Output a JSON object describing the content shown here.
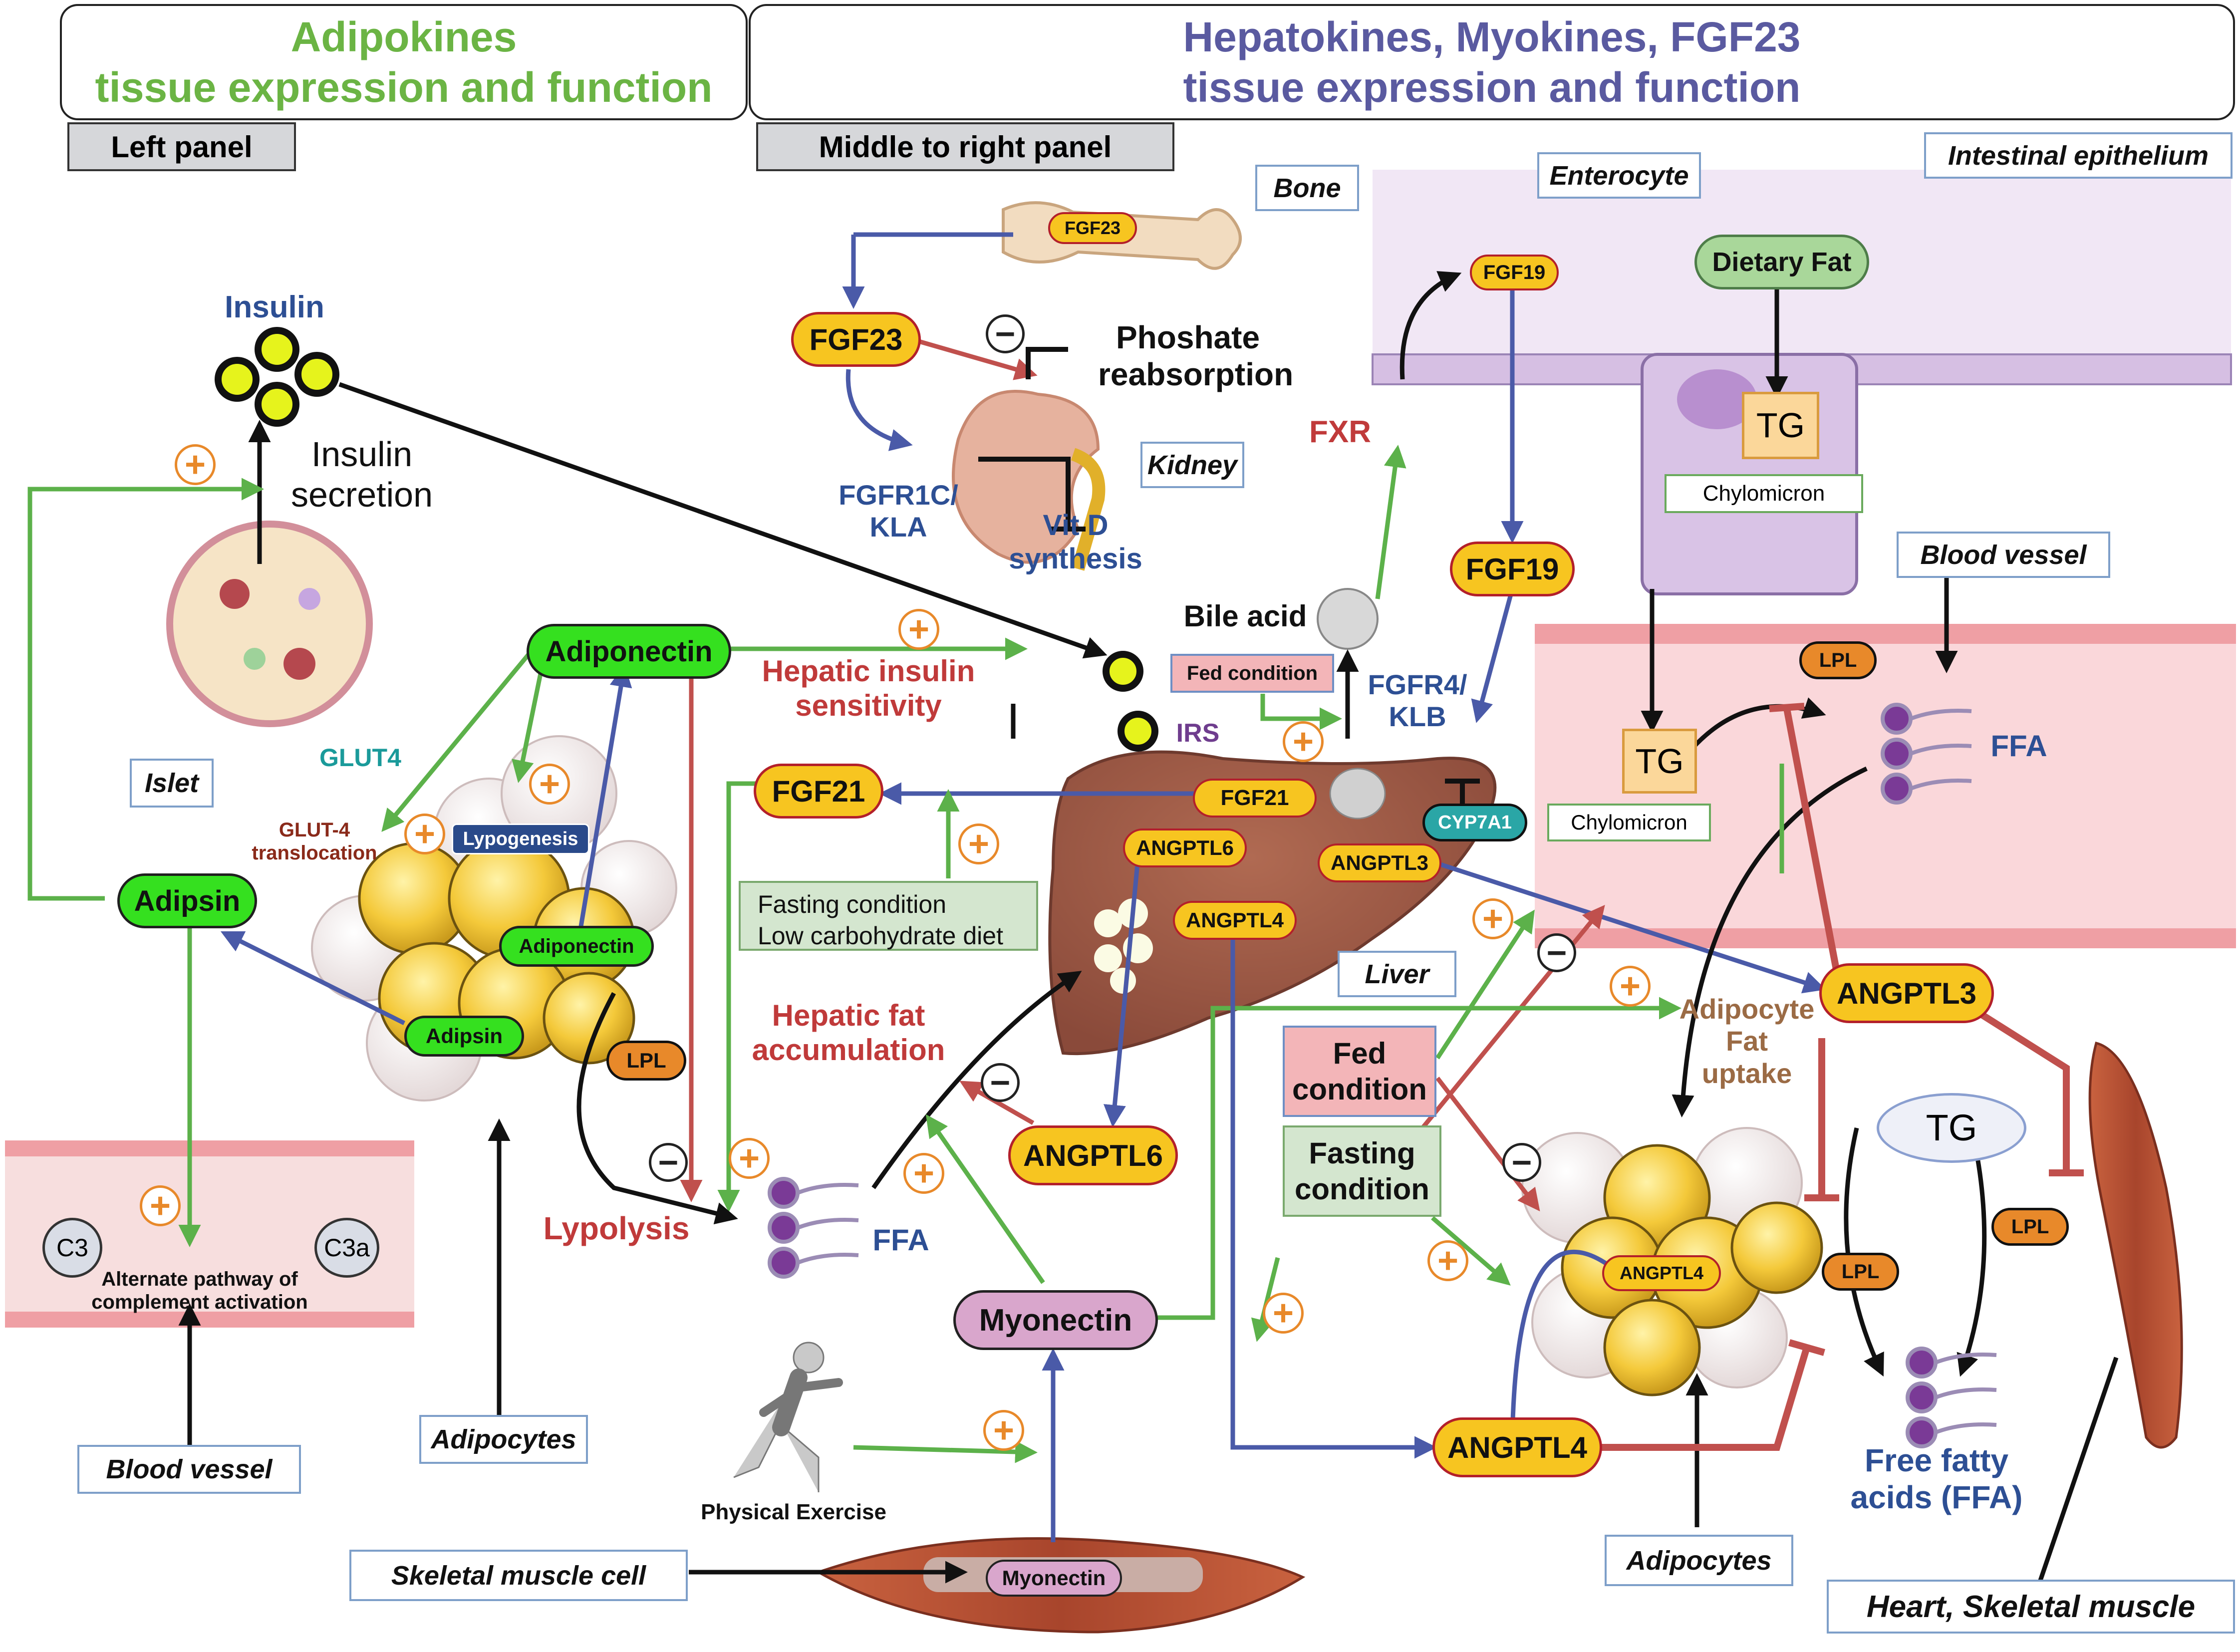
{
  "headers": {
    "left_title_line1": "Adipokines",
    "left_title_line2": "tissue expression and function",
    "right_title_line1": "Hepatokines, Myokines, FGF23",
    "right_title_line2": "tissue expression and function",
    "left_tab": "Left panel",
    "right_tab": "Middle to right panel"
  },
  "colors": {
    "adipokine_green": "#6bb444",
    "hepatokine_purple": "#5a5aa0",
    "arrow_green": "#5cb14a",
    "arrow_blue": "#4a5aa8",
    "arrow_red": "#c0504d",
    "plus_orange": "#e8892a",
    "pill_yellow": "#f7c520",
    "pill_green": "#35e01f"
  },
  "locations": {
    "bone": "Bone",
    "kidney": "Kidney",
    "enterocyte": "Enterocyte",
    "intestinal_epithelium": "Intestinal epithelium",
    "blood_vessel_top": "Blood vessel",
    "islet": "Islet",
    "liver": "Liver",
    "adipocytes_left": "Adipocytes",
    "blood_vessel_left": "Blood vessel",
    "skeletal_muscle_cell": "Skeletal muscle cell",
    "adipocytes_right": "Adipocytes",
    "heart_skeletal_muscle": "Heart, Skeletal muscle"
  },
  "labels": {
    "insulin": "Insulin",
    "insulin_secretion_1": "Insulin",
    "insulin_secretion_2": "secretion",
    "fgf23_bone": "FGF23",
    "fgf23": "FGF23",
    "phosphate_1": "Phoshate",
    "phosphate_2": "reabsorption",
    "fgfr1c_1": "FGFR1C/",
    "fgfr1c_2": "KLA",
    "vitd_1": "Vit D",
    "vitd_2": "synthesis",
    "fxr": "FXR",
    "fgf19_small": "FGF19",
    "fgf19": "FGF19",
    "dietary_fat": "Dietary Fat",
    "tg_entero": "TG",
    "chylomicron_entero": "Chylomicron",
    "bile_acid": "Bile acid",
    "fed_condition_small": "Fed condition",
    "fgfr4_1": "FGFR4/",
    "fgfr4_2": "KLB",
    "cyp7a1": "CYP7A1",
    "irs": "IRS",
    "adiponectin": "Adiponectin",
    "hepatic_insulin_1": "Hepatic insulin",
    "hepatic_insulin_2": "sensitivity",
    "glut4": "GLUT4",
    "glut4_trans_1": "GLUT-4",
    "glut4_trans_2": "translocation",
    "lypogenesis": "Lypogenesis",
    "adiponectin_small": "Adiponectin",
    "adipsin": "Adipsin",
    "adipsin_small": "Adipsin",
    "lpl_left": "LPL",
    "fgf21": "FGF21",
    "fgf21_liver": "FGF21",
    "angptl6_liver": "ANGPTL6",
    "angptl3_liver": "ANGPTL3",
    "angptl4_liver": "ANGPTL4",
    "fasting_low_carb_1": "Fasting condition",
    "fasting_low_carb_2": "Low carbohydrate diet",
    "hepatic_fat_1": "Hepatic fat",
    "hepatic_fat_2": "accumulation",
    "angptl6": "ANGPTL6",
    "lypolysis": "Lypolysis",
    "ffa_mid": "FFA",
    "c3": "C3",
    "c3a": "C3a",
    "complement_1": "Alternate pathway of",
    "complement_2": "complement activation",
    "myonectin": "Myonectin",
    "myonectin_small": "Myonectin",
    "physical_exercise": "Physical Exercise",
    "tg_vessel": "TG",
    "chylomicron_vessel": "Chylomicron",
    "lpl_vessel": "LPL",
    "ffa_vessel": "FFA",
    "angptl3": "ANGPTL3",
    "adipocyte_uptake_1": "Adipocyte",
    "adipocyte_uptake_2": "Fat",
    "adipocyte_uptake_3": "uptake",
    "fed_condition_1": "Fed",
    "fed_condition_2": "condition",
    "fasting_condition_1": "Fasting",
    "fasting_condition_2": "condition",
    "tg_right": "TG",
    "angptl4_small": "ANGPTL4",
    "lpl_right1": "LPL",
    "lpl_right2": "LPL",
    "angptl4": "ANGPTL4",
    "free_fa_1": "Free fatty",
    "free_fa_2": "acids (FFA)",
    "plus": "+",
    "minus": "−"
  }
}
